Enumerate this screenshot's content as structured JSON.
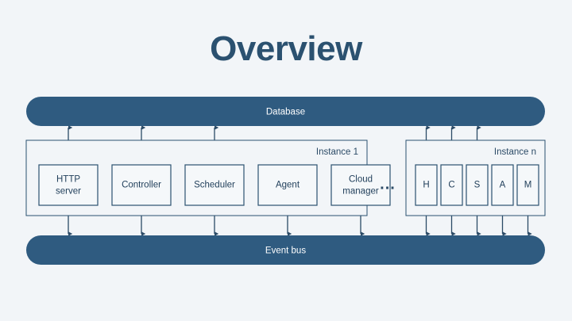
{
  "page": {
    "title": "Overview",
    "background_color": "#f2f5f8",
    "accent_color": "#2f5b80",
    "text_color": "#23415c"
  },
  "diagram": {
    "type": "architecture-block-diagram",
    "top_bar": {
      "label": "Database",
      "shape": "pill",
      "color": "#2f5b80"
    },
    "bottom_bar": {
      "label": "Event bus",
      "shape": "pill",
      "color": "#2f5b80"
    },
    "ellipsis": "...",
    "groups": [
      {
        "id": "instance-1",
        "label": "Instance 1",
        "nodes": [
          {
            "id": "http-server",
            "label": "HTTP server",
            "line1": "HTTP",
            "line2": "server",
            "connects_top": true,
            "connects_bottom": true
          },
          {
            "id": "controller",
            "label": "Controller",
            "line1": "Controller",
            "line2": "",
            "connects_top": true,
            "connects_bottom": true
          },
          {
            "id": "scheduler",
            "label": "Scheduler",
            "line1": "Scheduler",
            "line2": "",
            "connects_top": true,
            "connects_bottom": true
          },
          {
            "id": "agent",
            "label": "Agent",
            "line1": "Agent",
            "line2": "",
            "connects_top": false,
            "connects_bottom": true
          },
          {
            "id": "cloud-manager",
            "label": "Cloud manager",
            "line1": "Cloud",
            "line2": "manager",
            "connects_top": false,
            "connects_bottom": true
          }
        ]
      },
      {
        "id": "instance-n",
        "label": "Instance n",
        "nodes": [
          {
            "id": "h",
            "label": "H",
            "line1": "H",
            "line2": "",
            "connects_top": true,
            "connects_bottom": true
          },
          {
            "id": "c",
            "label": "C",
            "line1": "C",
            "line2": "",
            "connects_top": true,
            "connects_bottom": true
          },
          {
            "id": "s",
            "label": "S",
            "line1": "S",
            "line2": "",
            "connects_top": true,
            "connects_bottom": true
          },
          {
            "id": "a",
            "label": "A",
            "line1": "A",
            "line2": "",
            "connects_top": false,
            "connects_bottom": true
          },
          {
            "id": "m",
            "label": "M",
            "line1": "M",
            "line2": "",
            "connects_top": false,
            "connects_bottom": true
          }
        ]
      }
    ]
  }
}
